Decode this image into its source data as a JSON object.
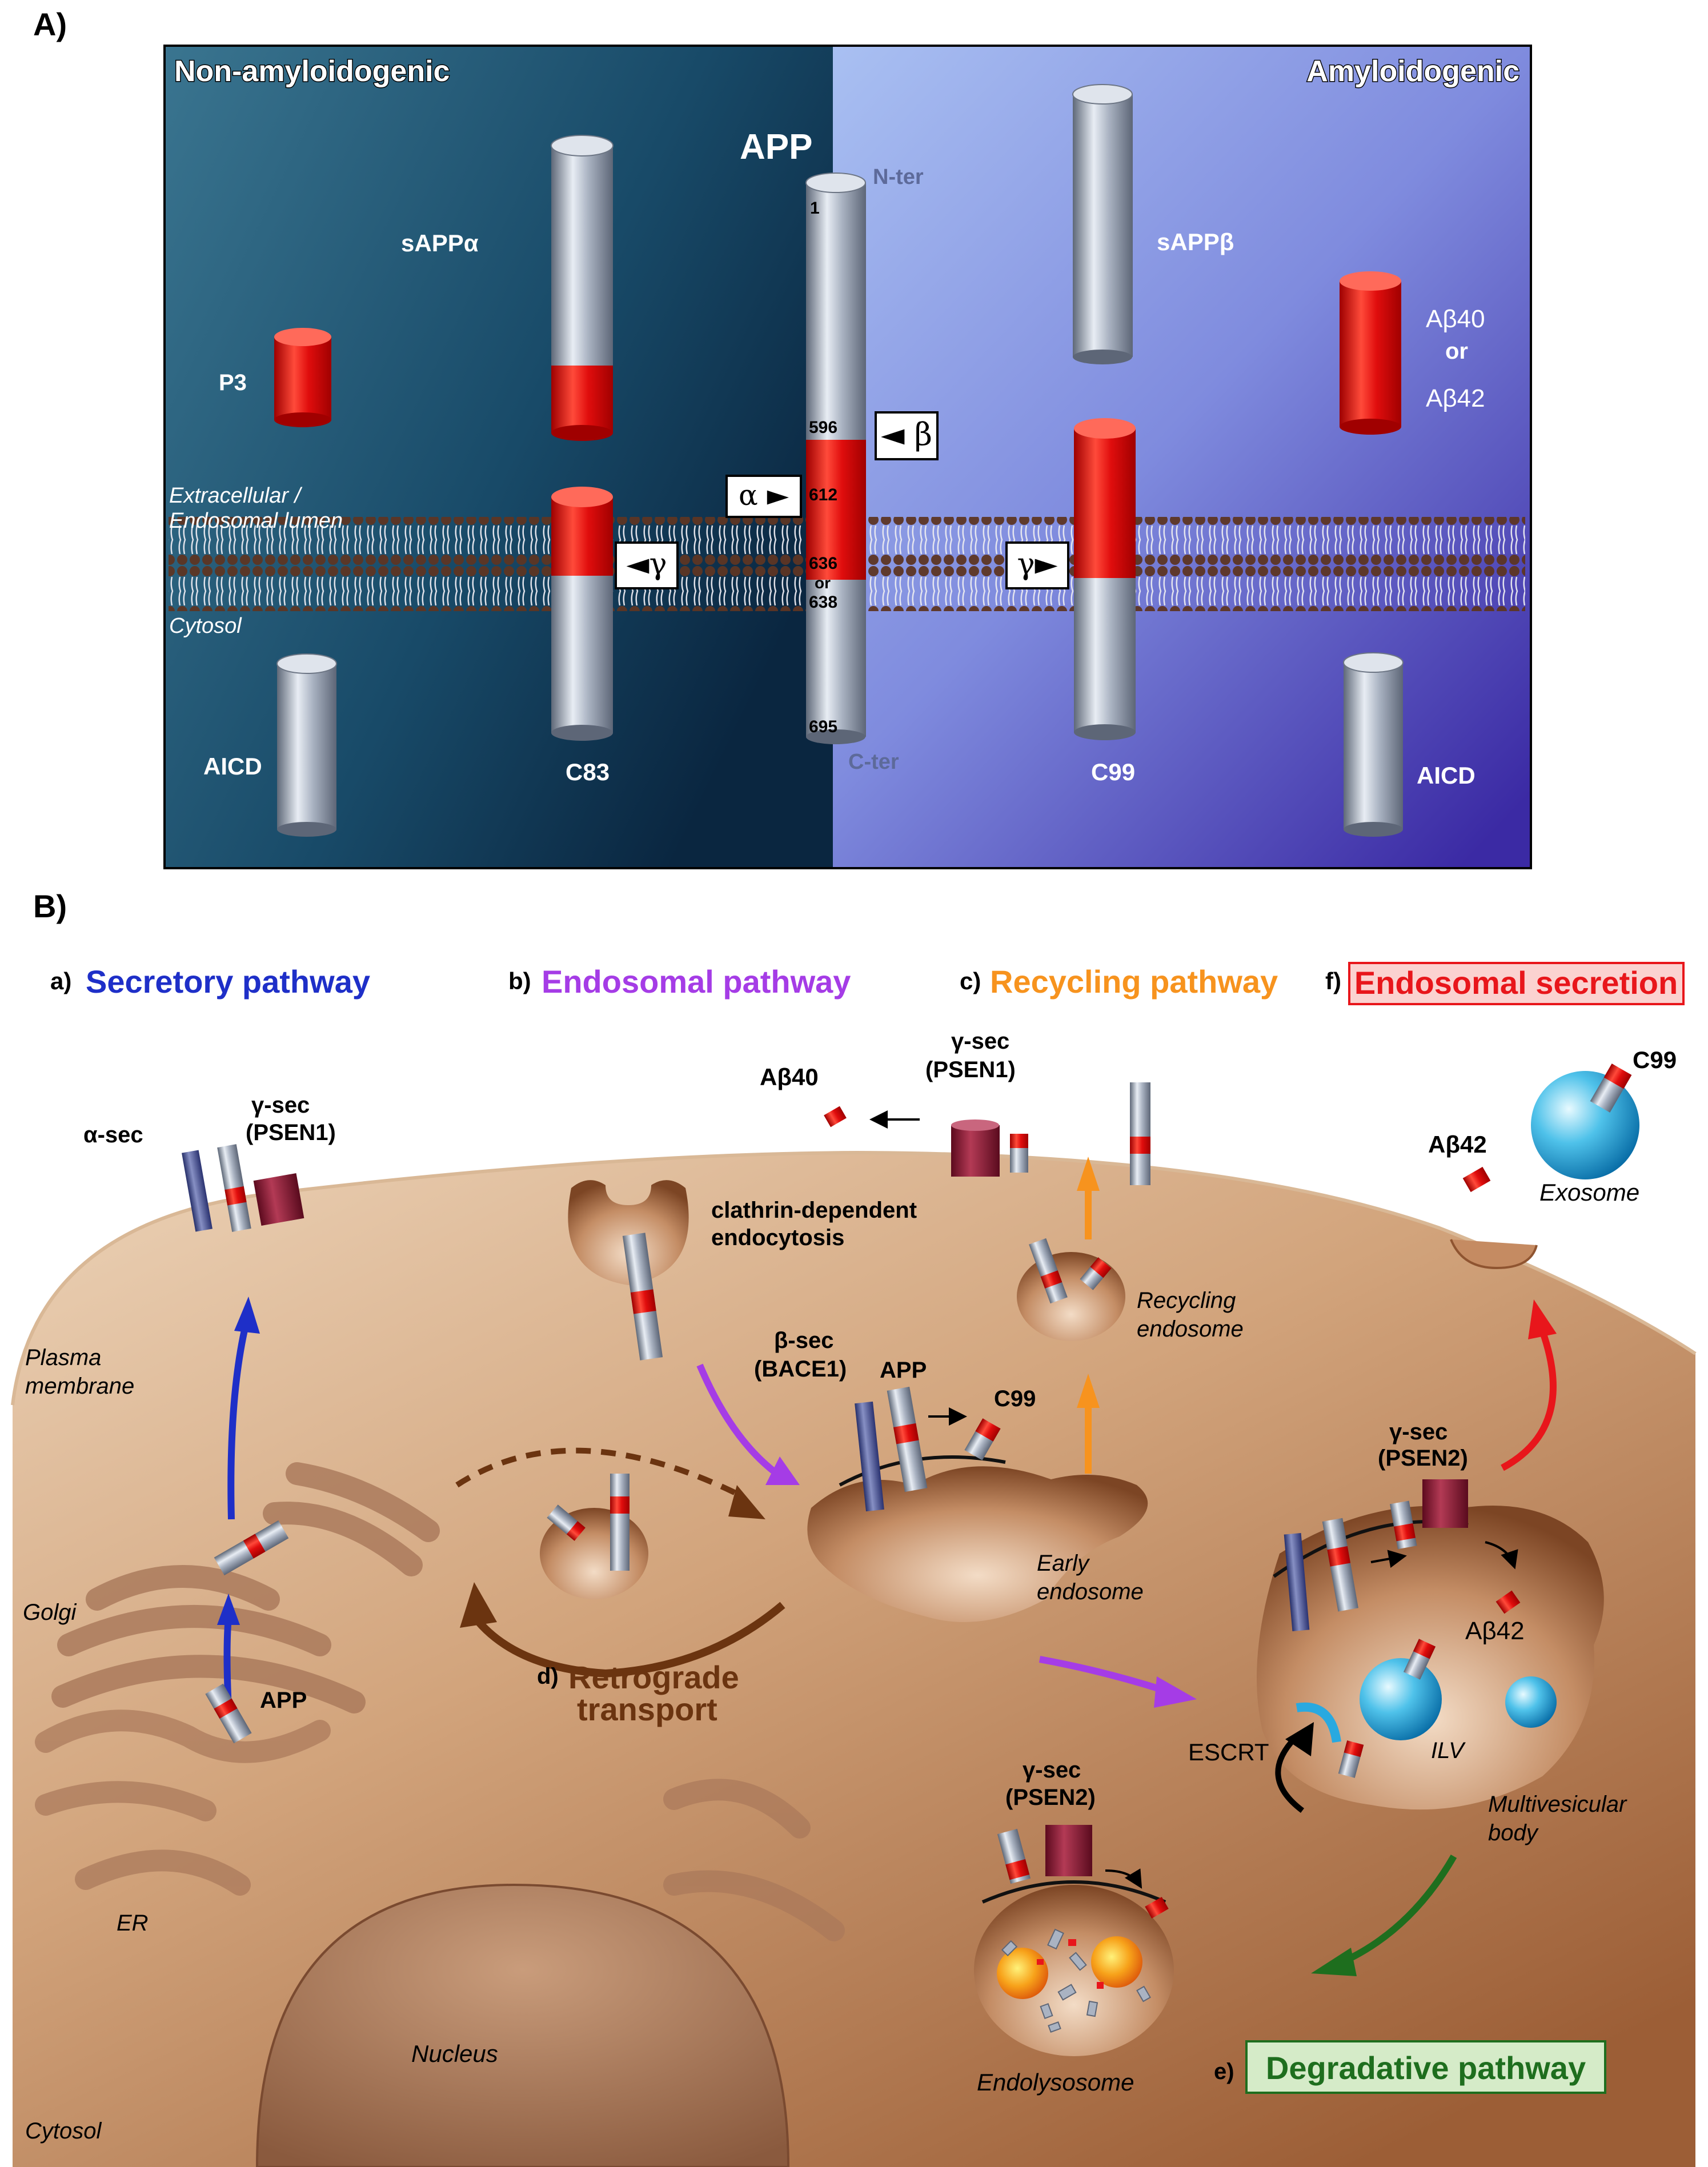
{
  "panel_a": {
    "label": "A)",
    "left_title": "Non-amyloidogenic",
    "right_title": "Amyloidogenic",
    "app_title": "APP",
    "n_ter": "N-ter",
    "c_ter": "C-ter",
    "residues": {
      "r1": "1",
      "r596": "596",
      "r612": "612",
      "r636": "636",
      "r_or": "or",
      "r638": "638",
      "r695": "695"
    },
    "fragments": {
      "sappa": "sAPPα",
      "p3": "P3",
      "c83": "C83",
      "aicd_left": "AICD",
      "sappb": "sAPPβ",
      "ab40": "Aβ40",
      "ab_or": "or",
      "ab42": "Aβ42",
      "c99": "C99",
      "aicd_right": "AICD"
    },
    "membrane_labels": {
      "lumen_1": "Extracellular /",
      "lumen_2": "Endosomal lumen",
      "cytosol": "Cytosol"
    },
    "cleavage": {
      "beta": "◄ β",
      "alpha": "α ►",
      "gamma_left": "◄γ",
      "gamma_right": "γ►"
    }
  },
  "panel_b": {
    "label": "B)",
    "pathways": {
      "secretory": {
        "letter": "a)",
        "name": "Secretory pathway",
        "color": "#1e2fc8"
      },
      "endosomal": {
        "letter": "b)",
        "name": "Endosomal pathway",
        "color": "#a53ce6"
      },
      "recycling": {
        "letter": "c)",
        "name": "Recycling pathway",
        "color": "#f7931e"
      },
      "secretion": {
        "letter": "f)",
        "name": "Endosomal secretion",
        "color": "#e8161b"
      },
      "retrograde": {
        "letter": "d)",
        "name_1": "Retrograde",
        "name_2": "transport",
        "color": "#6b3410"
      },
      "degradative": {
        "letter": "e)",
        "name": "Degradative pathway",
        "color": "#1e6e1e"
      }
    },
    "labels": {
      "alpha_sec": "α-sec",
      "gamma_sec_1": "γ-sec",
      "psen1_1": "(PSEN1)",
      "plasma_1": "Plasma",
      "plasma_2": "membrane",
      "golgi": "Golgi",
      "er": "ER",
      "nucleus": "Nucleus",
      "cytosol": "Cytosol",
      "app_golgi": "APP",
      "ab40": "Aβ40",
      "gamma_sec_2": "γ-sec",
      "psen1_2": "(PSEN1)",
      "clathrin_1": "clathrin-dependent",
      "clathrin_2": "endocytosis",
      "beta_sec": "β-sec",
      "bace1": "(BACE1)",
      "app_early": "APP",
      "c99_early": "C99",
      "recycling_1": "Recycling",
      "recycling_2": "endosome",
      "early_1": "Early",
      "early_2": "endosome",
      "ab42_top": "Aβ42",
      "c99_exo": "C99",
      "exosome": "Exosome",
      "gamma_sec_3": "γ-sec",
      "psen2_1": "(PSEN2)",
      "ab42_mvb": "Aβ42",
      "ilv": "ILV",
      "escrt": "ESCRT",
      "mvb_1": "Multivesicular",
      "mvb_2": "body",
      "gamma_sec_4": "γ-sec",
      "psen2_2": "(PSEN2)",
      "endolysosome": "Endolysosome"
    }
  }
}
